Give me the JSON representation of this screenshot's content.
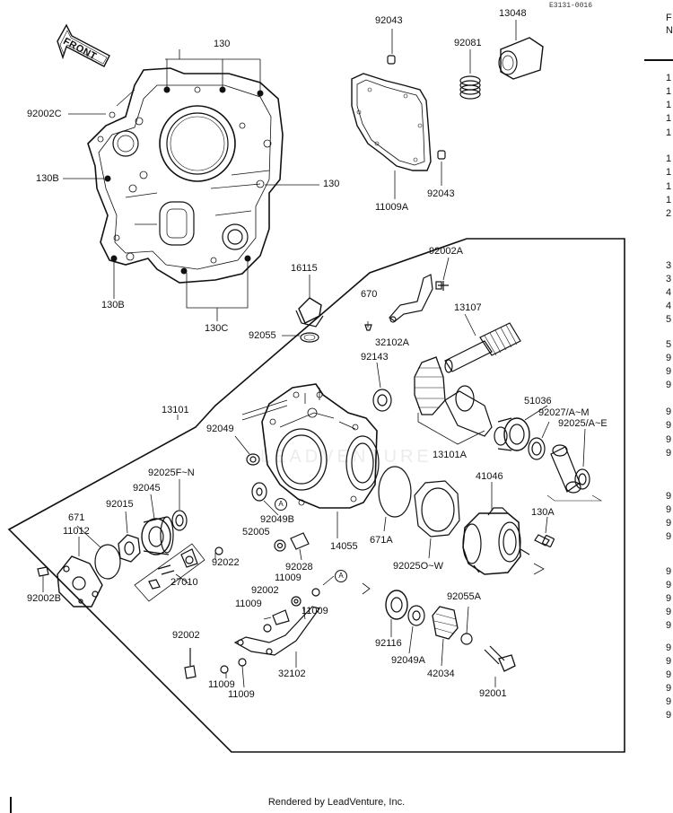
{
  "reference_code": "E3131-0016",
  "front_label": "FRONT",
  "watermark": "LEADVENTURE",
  "footer": "Rendered by LeadVenture, Inc.",
  "callout_letter": "A",
  "parts": {
    "p130_top": "130",
    "p92002C": "92002C",
    "p130B_a": "130B",
    "p130_right": "130",
    "p130B_b": "130B",
    "p130C": "130C",
    "p92043_top": "92043",
    "p13048": "13048",
    "p92081": "92081",
    "p11009A": "11009A",
    "p92043_bot": "92043",
    "p16115": "16115",
    "p92055": "92055",
    "p92002A": "92002A",
    "p670": "670",
    "p13107": "13107",
    "p32102A": "32102A",
    "p92143": "92143",
    "p13101": "13101",
    "p92049": "92049",
    "p51036": "51036",
    "p92027": "92027/A~M",
    "p92025AE": "92025/A~E",
    "p13101A": "13101A",
    "p41046": "41046",
    "p92025FN": "92025F~N",
    "p92045": "92045",
    "p92015": "92015",
    "p671": "671",
    "p11012": "11012",
    "p92049B": "92049B",
    "p52005": "52005",
    "p14055": "14055",
    "p671A": "671A",
    "p130A": "130A",
    "p92025OW": "92025O~W",
    "p92022": "92022",
    "p92028": "92028",
    "p92002B": "92002B",
    "p27010": "27010",
    "p11009_a": "11009",
    "p92002_a": "92002",
    "p11009_b": "11009",
    "p11009_c": "11009",
    "p92055A": "92055A",
    "p92116": "92116",
    "p92049A": "92049A",
    "p42034": "42034",
    "p92001": "92001",
    "p92002_b": "92002",
    "p32102": "32102",
    "p11009_d": "11009",
    "p11009_e": "11009"
  },
  "side_column": {
    "header": [
      "F",
      "N"
    ],
    "entries": [
      "1",
      "1",
      "1",
      "1",
      "1",
      "1",
      "1",
      "1",
      "1",
      "2",
      "3",
      "3",
      "4",
      "4",
      "5",
      "5",
      "9",
      "9",
      "9",
      "9",
      "9",
      "9",
      "9",
      "9",
      "9",
      "9",
      "9",
      "9",
      "9",
      "9",
      "9",
      "9",
      "9",
      "9",
      "9",
      "9",
      "9",
      "9"
    ]
  }
}
